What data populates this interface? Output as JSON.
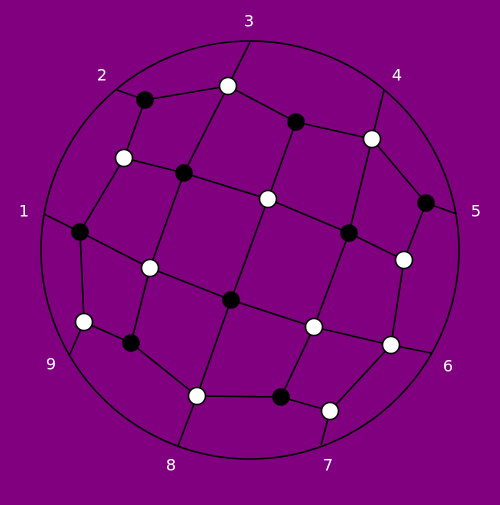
{
  "colors": {
    "background": "#800080",
    "line": "#000000",
    "white_node": "#ffffff",
    "black_node": "#000000",
    "label": "#ffffff"
  },
  "boundary_labels": [
    "1",
    "2",
    "3",
    "4",
    "5",
    "6",
    "7",
    "8",
    "9"
  ],
  "node_colors": {
    "n1": "black",
    "n2": "white",
    "n3": "black",
    "n4": "white",
    "n5": "white",
    "n6": "black",
    "n7": "white",
    "n8": "black",
    "n9": "black",
    "n10": "white",
    "n11": "black",
    "n12": "white",
    "n13": "white",
    "n14": "black",
    "n15": "white",
    "n16": "black",
    "n17": "white",
    "n18": "black",
    "n19": "white"
  }
}
